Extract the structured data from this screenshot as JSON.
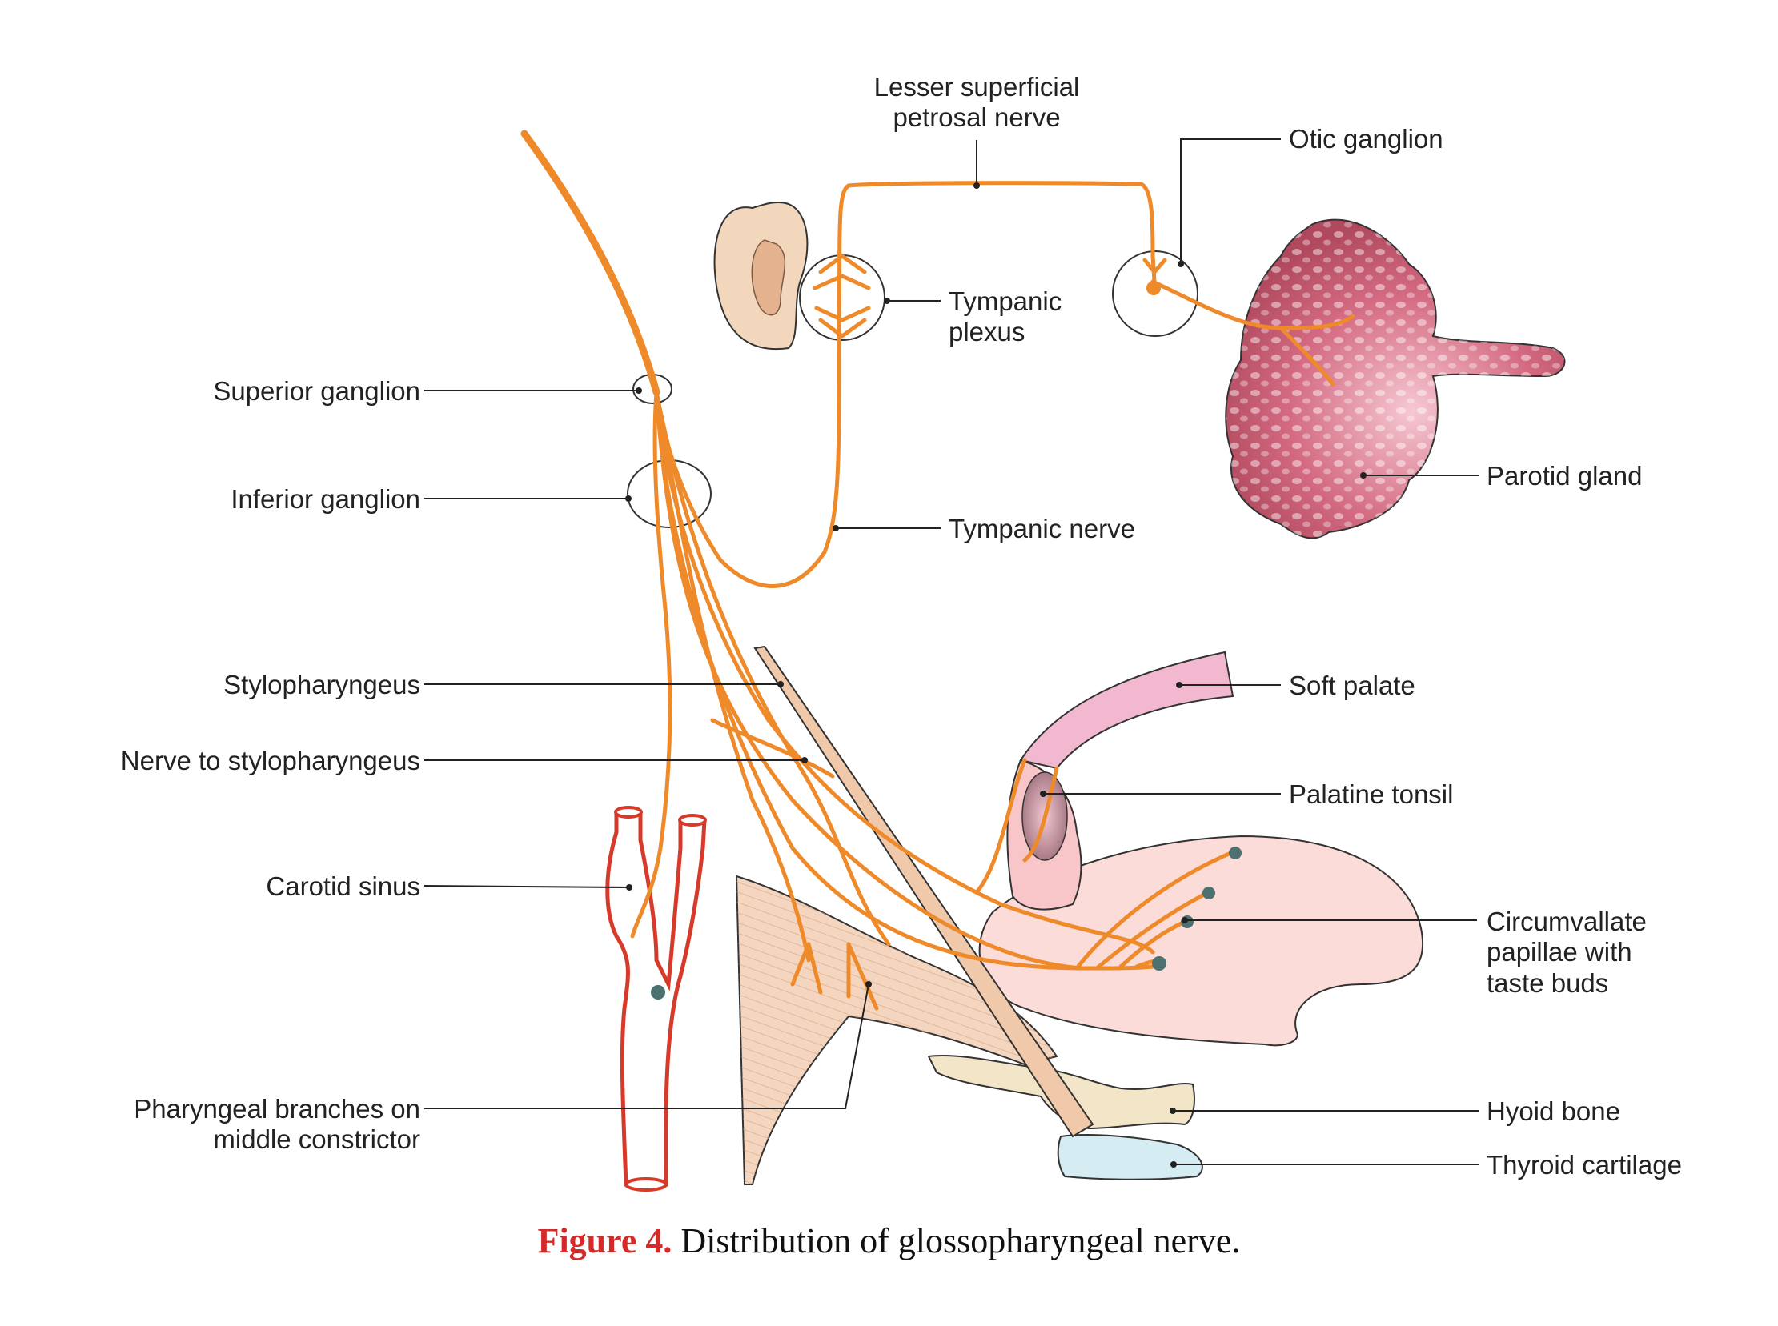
{
  "labels": {
    "lesser_superficial_petrosal_1": "Lesser superficial",
    "lesser_superficial_petrosal_2": "petrosal nerve",
    "otic_ganglion": "Otic ganglion",
    "tympanic_plexus_1": "Tympanic",
    "tympanic_plexus_2": "plexus",
    "parotid_gland": "Parotid gland",
    "superior_ganglion": "Superior ganglion",
    "inferior_ganglion": "Inferior ganglion",
    "tympanic_nerve": "Tympanic nerve",
    "stylopharyngeus": "Stylopharyngeus",
    "soft_palate": "Soft palate",
    "nerve_to_stylopharyngeus": "Nerve to stylopharyngeus",
    "palatine_tonsil": "Palatine tonsil",
    "carotid_sinus": "Carotid sinus",
    "circumvallate_1": "Circumvallate",
    "circumvallate_2": "papillae with",
    "circumvallate_3": "taste buds",
    "hyoid_bone": "Hyoid bone",
    "pharyngeal_branches_1": "Pharyngeal branches on",
    "pharyngeal_branches_2": "middle constrictor",
    "thyroid_cartilage": "Thyroid cartilage"
  },
  "caption": {
    "figure_label": "Figure 4.",
    "text": " Distribution of glossopharyngeal nerve."
  },
  "colors": {
    "nerve": "#ee8a2a",
    "artery": "#d63a2a",
    "parotid": "#c85a72",
    "soft_palate": "#f2b8d0",
    "tongue": "#fbdcd8",
    "hyoid": "#f3e6c8",
    "thyroid": "#d4ecf2",
    "muscle": "#f0c9aa",
    "taste_bud": "#4d7070",
    "caption_label": "#d42a2a"
  }
}
